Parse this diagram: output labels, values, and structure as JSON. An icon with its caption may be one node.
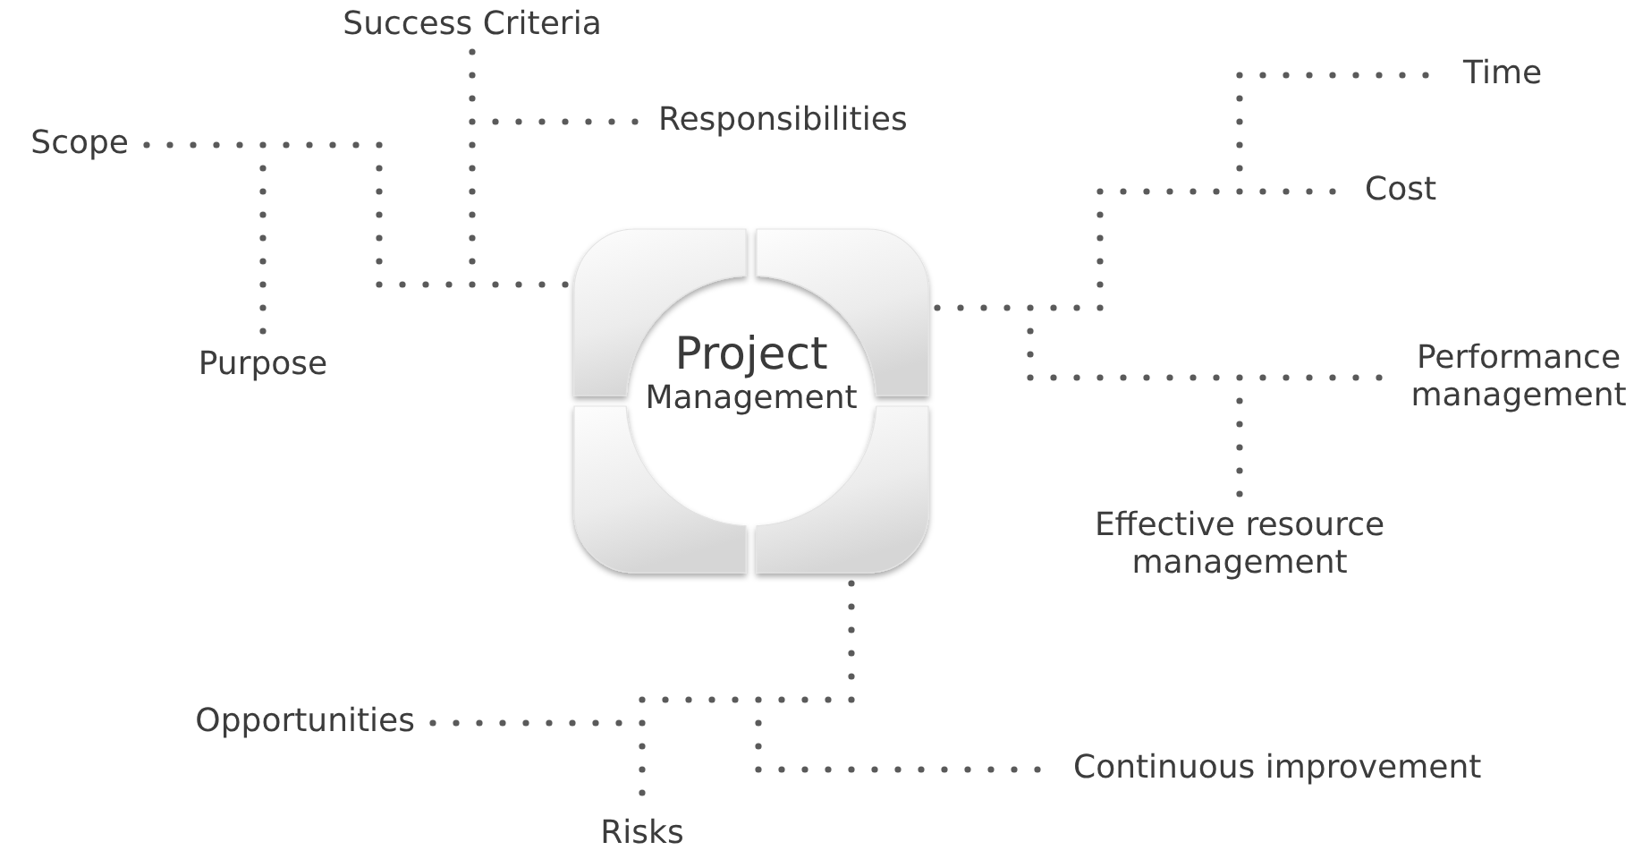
{
  "diagram": {
    "nodes": [
      {
        "text": [
          "Project",
          "Management"
        ]
      },
      {
        "text": [
          "Success Criteria"
        ]
      },
      {
        "text": [
          "Time"
        ]
      },
      {
        "text": [
          "Responsibilities"
        ]
      },
      {
        "text": [
          "Scope"
        ]
      },
      {
        "text": [
          "Cost"
        ]
      },
      {
        "text": [
          "Purpose"
        ]
      },
      {
        "text": [
          "Performance management"
        ]
      },
      {
        "text": [
          "Effective resource management"
        ]
      },
      {
        "text": [
          "Opportunities"
        ]
      },
      {
        "text": [
          "Continuous improvement"
        ]
      },
      {
        "text": [
          "Risks"
        ]
      }
    ],
    "edges": [
      {
        "from": 0,
        "to": 1,
        "arrow": "none"
      },
      {
        "from": 0,
        "to": 2,
        "arrow": "none"
      },
      {
        "from": 0,
        "to": 3,
        "arrow": "none"
      },
      {
        "from": 0,
        "to": 4,
        "arrow": "none"
      },
      {
        "from": 0,
        "to": 5,
        "arrow": "none"
      },
      {
        "from": 0,
        "to": 6,
        "arrow": "none"
      },
      {
        "from": 0,
        "to": 7,
        "arrow": "none"
      },
      {
        "from": 0,
        "to": 8,
        "arrow": "none"
      },
      {
        "from": 0,
        "to": 9,
        "arrow": "none"
      },
      {
        "from": 0,
        "to": 10,
        "arrow": "none"
      },
      {
        "from": 0,
        "to": 11,
        "arrow": "none"
      }
    ]
  }
}
